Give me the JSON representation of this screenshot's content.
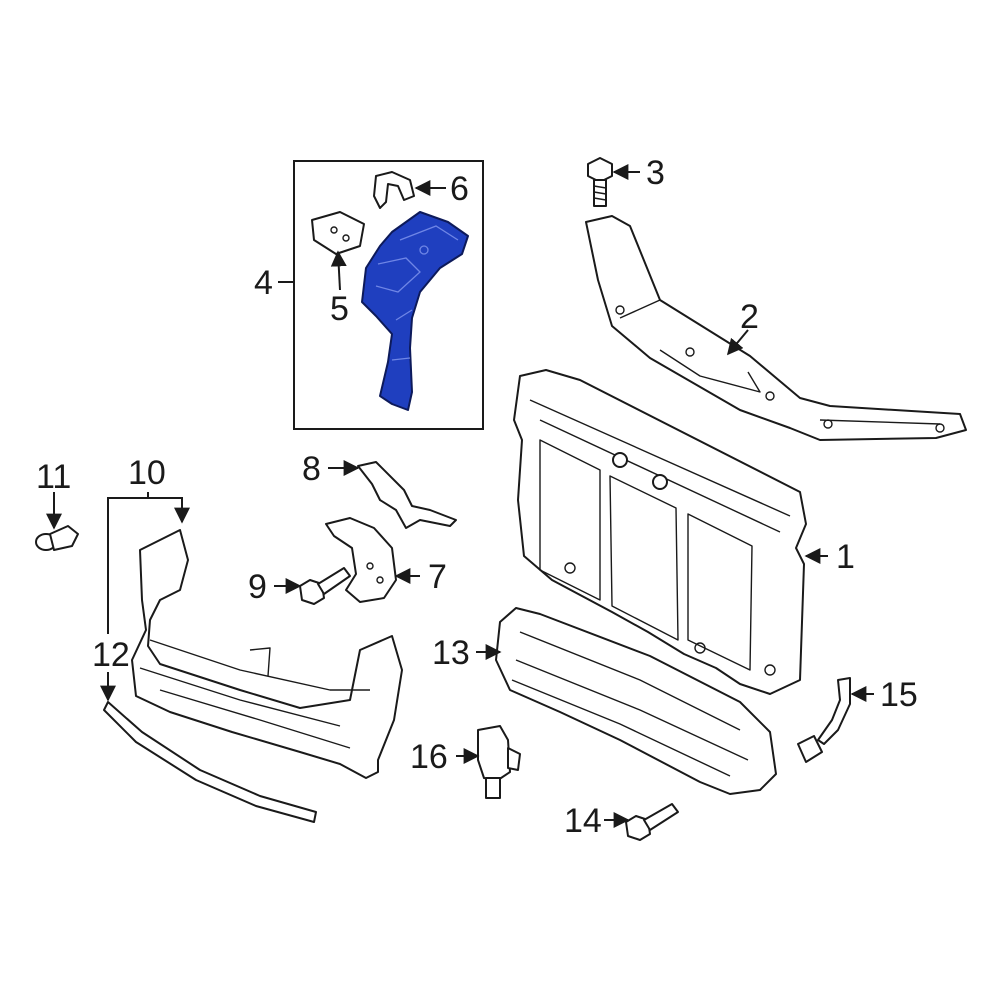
{
  "diagram": {
    "highlight_color": "#1f3fbf",
    "line_color": "#1a1a1a",
    "background": "#ffffff",
    "callouts": [
      "1",
      "2",
      "3",
      "4",
      "5",
      "6",
      "7",
      "8",
      "9",
      "10",
      "11",
      "12",
      "13",
      "14",
      "15",
      "16"
    ]
  }
}
